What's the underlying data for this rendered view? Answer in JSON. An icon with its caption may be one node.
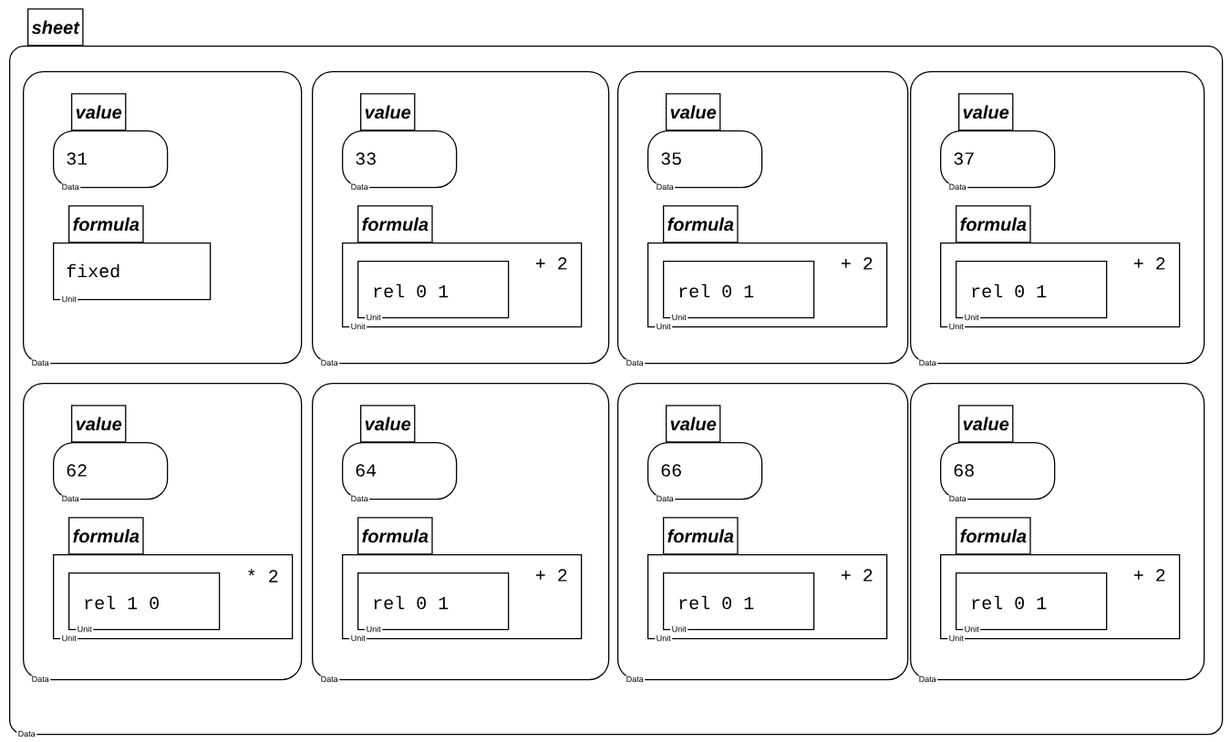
{
  "diagram": {
    "nodes": [
      {
        "text": [
          "sheet",
          "Data"
        ]
      },
      {
        "text": [
          "Data"
        ],
        "in": 0
      },
      {
        "text": [
          "value",
          "31",
          "Data"
        ],
        "in": 1
      },
      {
        "text": [
          "formula",
          "fixed",
          "Unit"
        ],
        "in": 1
      },
      {
        "text": [
          "Data"
        ],
        "in": 0
      },
      {
        "text": [
          "value",
          "33",
          "Data"
        ],
        "in": 4
      },
      {
        "text": [
          "formula",
          "+ 2",
          "Unit"
        ],
        "in": 4
      },
      {
        "text": [
          "rel 0 1",
          "Unit"
        ],
        "in": 6
      },
      {
        "text": [
          "Data"
        ],
        "in": 0
      },
      {
        "text": [
          "value",
          "35",
          "Data"
        ],
        "in": 8
      },
      {
        "text": [
          "formula",
          "+ 2",
          "Unit"
        ],
        "in": 8
      },
      {
        "text": [
          "rel 0 1",
          "Unit"
        ],
        "in": 10
      },
      {
        "text": [
          "Data"
        ],
        "in": 0
      },
      {
        "text": [
          "value",
          "37",
          "Data"
        ],
        "in": 12
      },
      {
        "text": [
          "formula",
          "+ 2",
          "Unit"
        ],
        "in": 12
      },
      {
        "text": [
          "rel 0 1",
          "Unit"
        ],
        "in": 14
      },
      {
        "text": [
          "Data"
        ],
        "in": 0
      },
      {
        "text": [
          "value",
          "62",
          "Data"
        ],
        "in": 16
      },
      {
        "text": [
          "formula",
          "* 2",
          "Unit"
        ],
        "in": 16
      },
      {
        "text": [
          "rel 1 0",
          "Unit"
        ],
        "in": 18
      },
      {
        "text": [
          "Data"
        ],
        "in": 0
      },
      {
        "text": [
          "value",
          "64",
          "Data"
        ],
        "in": 20
      },
      {
        "text": [
          "formula",
          "+ 2",
          "Unit"
        ],
        "in": 20
      },
      {
        "text": [
          "rel 0 1",
          "Unit"
        ],
        "in": 22
      },
      {
        "text": [
          "Data"
        ],
        "in": 0
      },
      {
        "text": [
          "value",
          "66",
          "Data"
        ],
        "in": 24
      },
      {
        "text": [
          "formula",
          "+ 2",
          "Unit"
        ],
        "in": 24
      },
      {
        "text": [
          "rel 0 1",
          "Unit"
        ],
        "in": 26
      },
      {
        "text": [
          "Data"
        ],
        "in": 0
      },
      {
        "text": [
          "value",
          "68",
          "Data"
        ],
        "in": 28
      },
      {
        "text": [
          "formula",
          "+ 2",
          "Unit"
        ],
        "in": 28
      },
      {
        "text": [
          "rel 0 1",
          "Unit"
        ],
        "in": 30
      }
    ]
  }
}
